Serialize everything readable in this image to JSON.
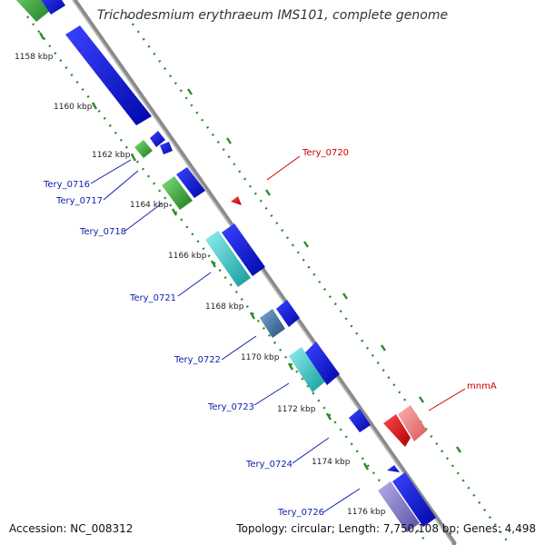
{
  "title": "Trichodesmium erythraeum IMS101, complete genome",
  "footer": {
    "accession": "Accession: NC_008312",
    "summary": "Topology: circular; Length: 7,750,108 bp; Genes: 4,498"
  },
  "ticks": [
    "1158 kbp",
    "1160 kbp",
    "1162 kbp",
    "1164 kbp",
    "1166 kbp",
    "1168 kbp",
    "1170 kbp",
    "1172 kbp",
    "1174 kbp",
    "1176 kbp"
  ],
  "gene_labels": [
    "Tery_0716",
    "Tery_0717",
    "Tery_0718",
    "Tery_0721",
    "Tery_0722",
    "Tery_0723",
    "Tery_0724",
    "Tery_0726",
    "Tery_0720",
    "mnmA"
  ],
  "colors": {
    "backbone": "#8a8a8a",
    "blue": "#0a12d6",
    "green": "#3aa83a",
    "cyan": "#2fc4c4",
    "steelblue": "#3f6e9e",
    "red": "#e01010",
    "salmon": "#f07a7a",
    "lavender": "#7a70c8",
    "label_blue": "#1020b0",
    "label_red": "#cc0000",
    "dots": "#2a8a2a"
  }
}
